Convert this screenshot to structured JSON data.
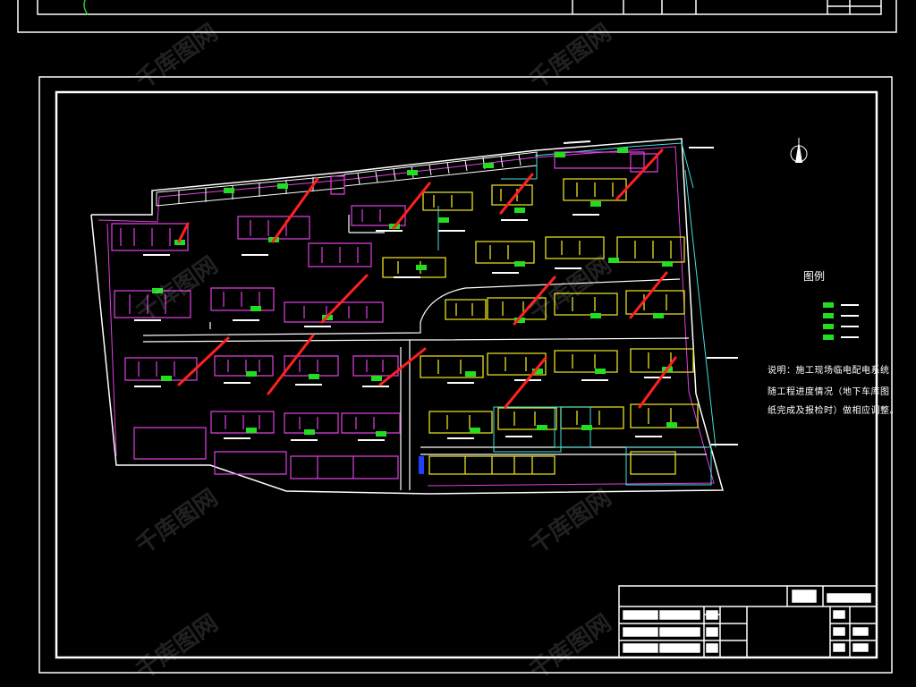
{
  "legend": {
    "title": "图例",
    "items": [
      {
        "color": "#22dd22",
        "line": "#ffffff"
      },
      {
        "color": "#22dd22",
        "line": "#ffffff"
      },
      {
        "color": "#22dd22",
        "line": "#ffffff"
      },
      {
        "color": "#22dd22",
        "line": "#ffffff"
      }
    ]
  },
  "notes": {
    "line1": "说明：施工现场临电配电系统",
    "line2": "随工程进度情况（地下车库图",
    "line3": "纸完成及报检时）做相应调整。"
  },
  "watermark": {
    "text": "千库图网"
  },
  "colors": {
    "background": "#000000",
    "frame": "#ffffff",
    "building_magenta": "#e040e0",
    "building_yellow": "#e8e020",
    "cable_red": "#ff2020",
    "panel_green": "#22dd22",
    "site_cyan": "#40e0e0"
  }
}
